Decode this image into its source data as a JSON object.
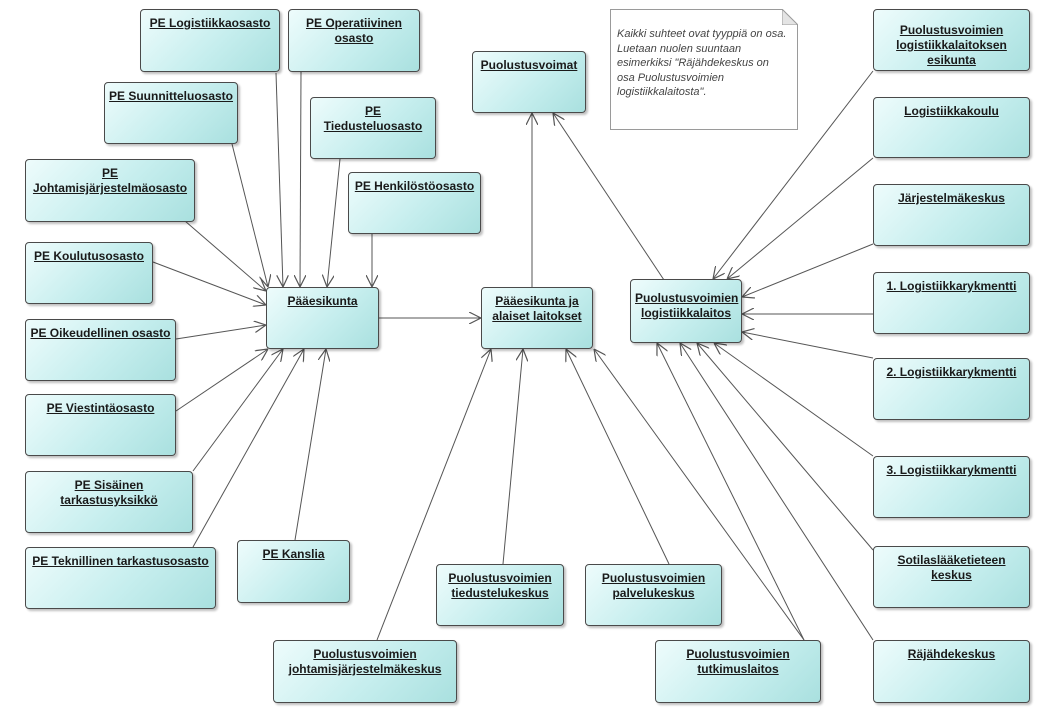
{
  "note": "Kaikki suhteet ovat tyyppiä on osa.\nLuetaan nuolen suuntaan esimerkiksi \"Räjähdekeskus on osa Puolustusvoimien logistiikkalaitosta\".",
  "nodes": {
    "logistiikkaosasto": "PE Logistiikkaosasto",
    "operatiivinen": "PE Operatiivinen\nosasto",
    "suunnittelu": "PE Suunnitteluosasto",
    "tiedustelu": "PE Tiedusteluosasto",
    "johtamisjarjestelma": "PE Johtamisjärjestelmäosasto",
    "henkilosto": "PE Henkilöstöosasto",
    "koulutus": "PE Koulutusosasto",
    "oikeudellinen": "PE Oikeudellinen osasto",
    "viestinta": "PE Viestintäosasto",
    "sisainen": "PE Sisäinen tarkastusyksikkö",
    "teknillinen": "PE Teknillinen tarkastusosasto",
    "kanslia": "PE Kanslia",
    "paaesikunta": "Pääesikunta",
    "puolustusvoimat": "Puolustusvoimat",
    "paaesikunta_laitokset": "Pääesikunta ja\nalaiset laitokset",
    "tiedustelukeskus": "Puolustusvoimien\ntiedustelukeskus",
    "palvelukeskus": "Puolustusvoimien\npalvelukeskus",
    "johtamisjarjestelmakeskus": "Puolustusvoimien\njohtamisjärjestelmäkeskus",
    "tutkimuslaitos": "Puolustusvoimien\ntutkimuslaitos",
    "logistiikkalaitos": "Puolustusvoimien\nlogistiikkalaitos",
    "logistiikkalaitos_esikunta": "Puolustusvoimien\nlogistiikkalaitoksen\nesikunta",
    "logistiikkakoulu": "Logistiikkakoulu",
    "jarjestelmakeskus": "Järjestelmäkeskus",
    "logrykmentti1": "1. Logistiikkarykmentti",
    "logrykmentti2": "2. Logistiikkarykmentti",
    "logrykmentti3": "3. Logistiikkarykmentti",
    "sotilaslaaketieteen": "Sotilaslääketieteen keskus",
    "rajahdekeskus": "Räjähdekeskus"
  },
  "colors": {
    "node_fill": "#c6eeee",
    "border": "#4a4a4a",
    "edge": "#555555"
  }
}
